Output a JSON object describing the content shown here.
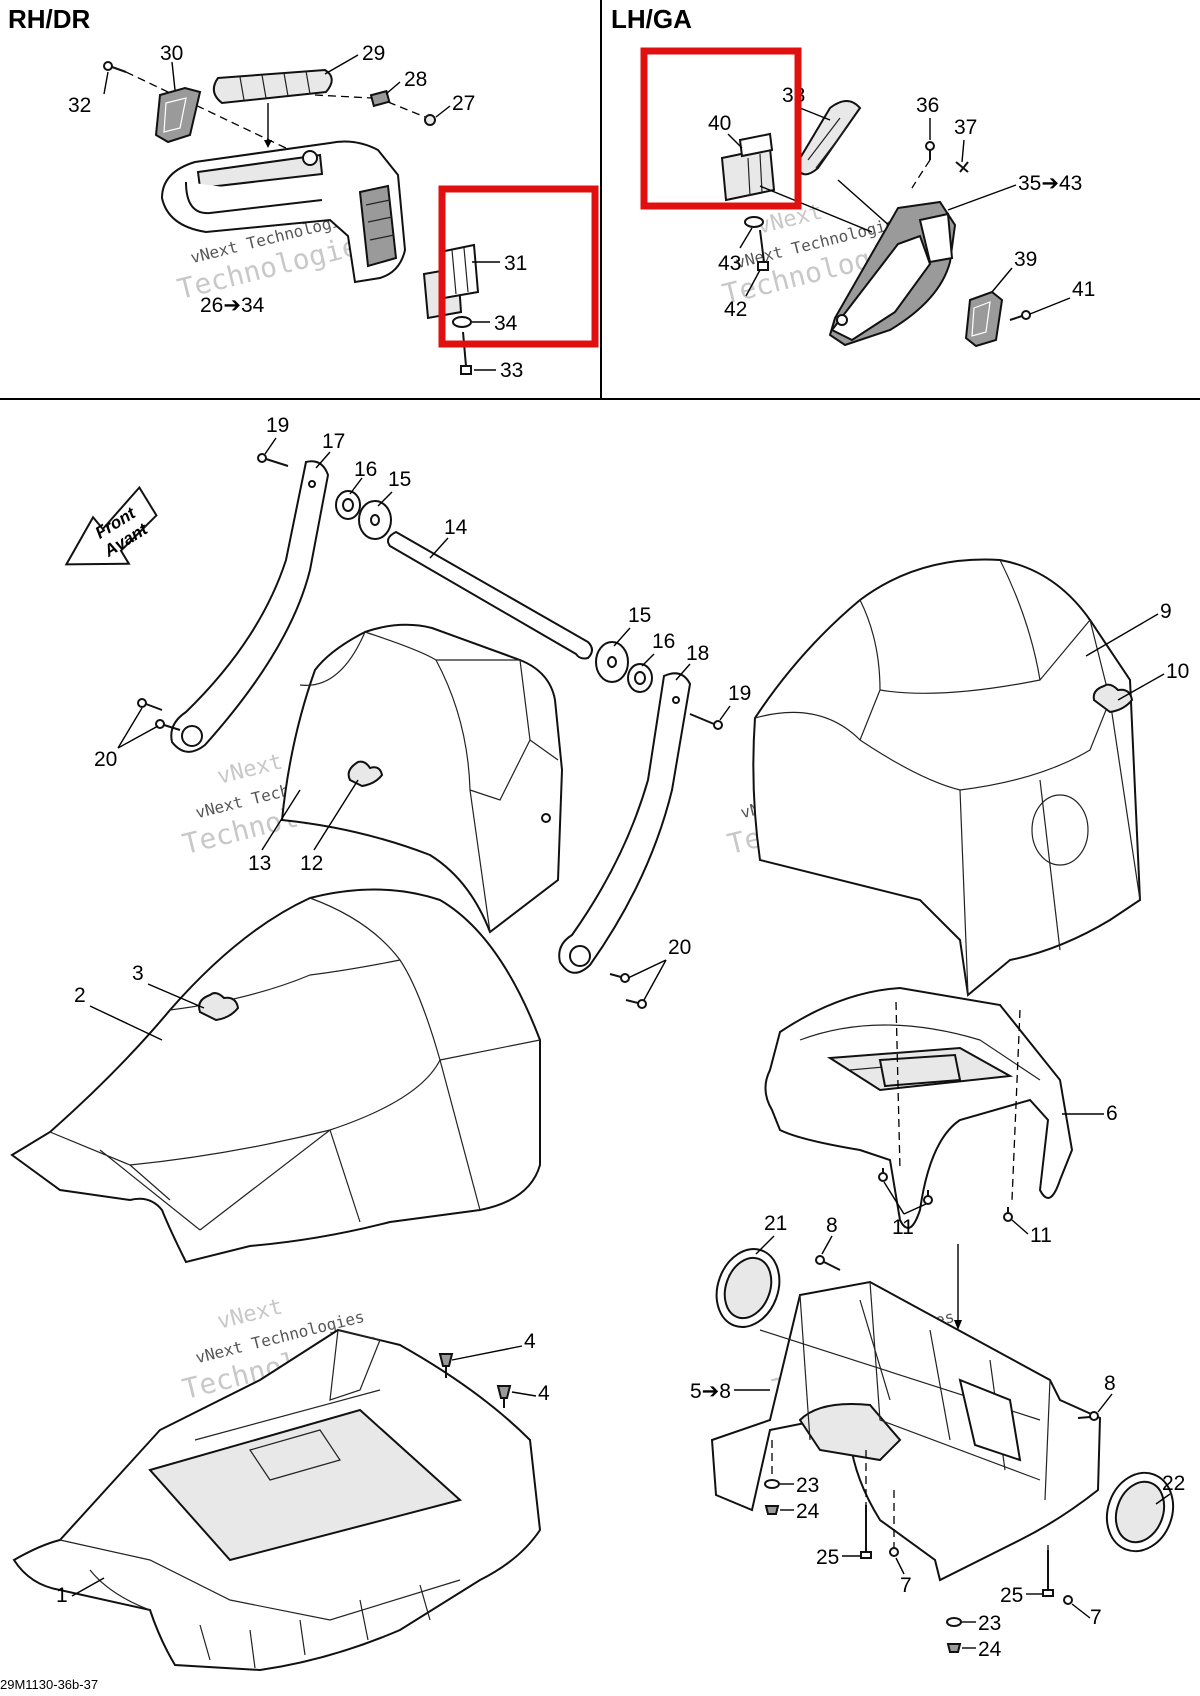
{
  "sections": {
    "rh": {
      "title": "RH/DR"
    },
    "lh": {
      "title": "LH/GA"
    }
  },
  "watermark": {
    "line1": "vNext",
    "line2": "vNext Technologies",
    "line3": "Technologies"
  },
  "front_arrow": {
    "line1": "Front",
    "line2": "Avant"
  },
  "callouts": {
    "c1": "1",
    "c2": "2",
    "c3": "3",
    "c4a": "4",
    "c4b": "4",
    "c5": "5➔8",
    "c6": "6",
    "c7a": "7",
    "c7b": "7",
    "c8a": "8",
    "c8b": "8",
    "c9": "9",
    "c10": "10",
    "c11a": "11",
    "c11b": "11",
    "c12": "12",
    "c13": "13",
    "c14": "14",
    "c15a": "15",
    "c15b": "15",
    "c16a": "16",
    "c16b": "16",
    "c17": "17",
    "c18": "18",
    "c19a": "19",
    "c19b": "19",
    "c20a": "20",
    "c20b": "20",
    "c21": "21",
    "c22": "22",
    "c23a": "23",
    "c23b": "23",
    "c24a": "24",
    "c24b": "24",
    "c25a": "25",
    "c25b": "25",
    "c26": "26➔34",
    "c27": "27",
    "c28": "28",
    "c29": "29",
    "c30": "30",
    "c31": "31",
    "c32": "32",
    "c33": "33",
    "c34": "34",
    "c35": "35➔43",
    "c36": "36",
    "c37": "37",
    "c38": "38",
    "c39": "39",
    "c40": "40",
    "c41": "41",
    "c42": "42",
    "c43a": "43"
  },
  "footer": {
    "code": "29M1130-36b-37"
  },
  "colors": {
    "highlight": "#e01010",
    "line": "#000000"
  }
}
